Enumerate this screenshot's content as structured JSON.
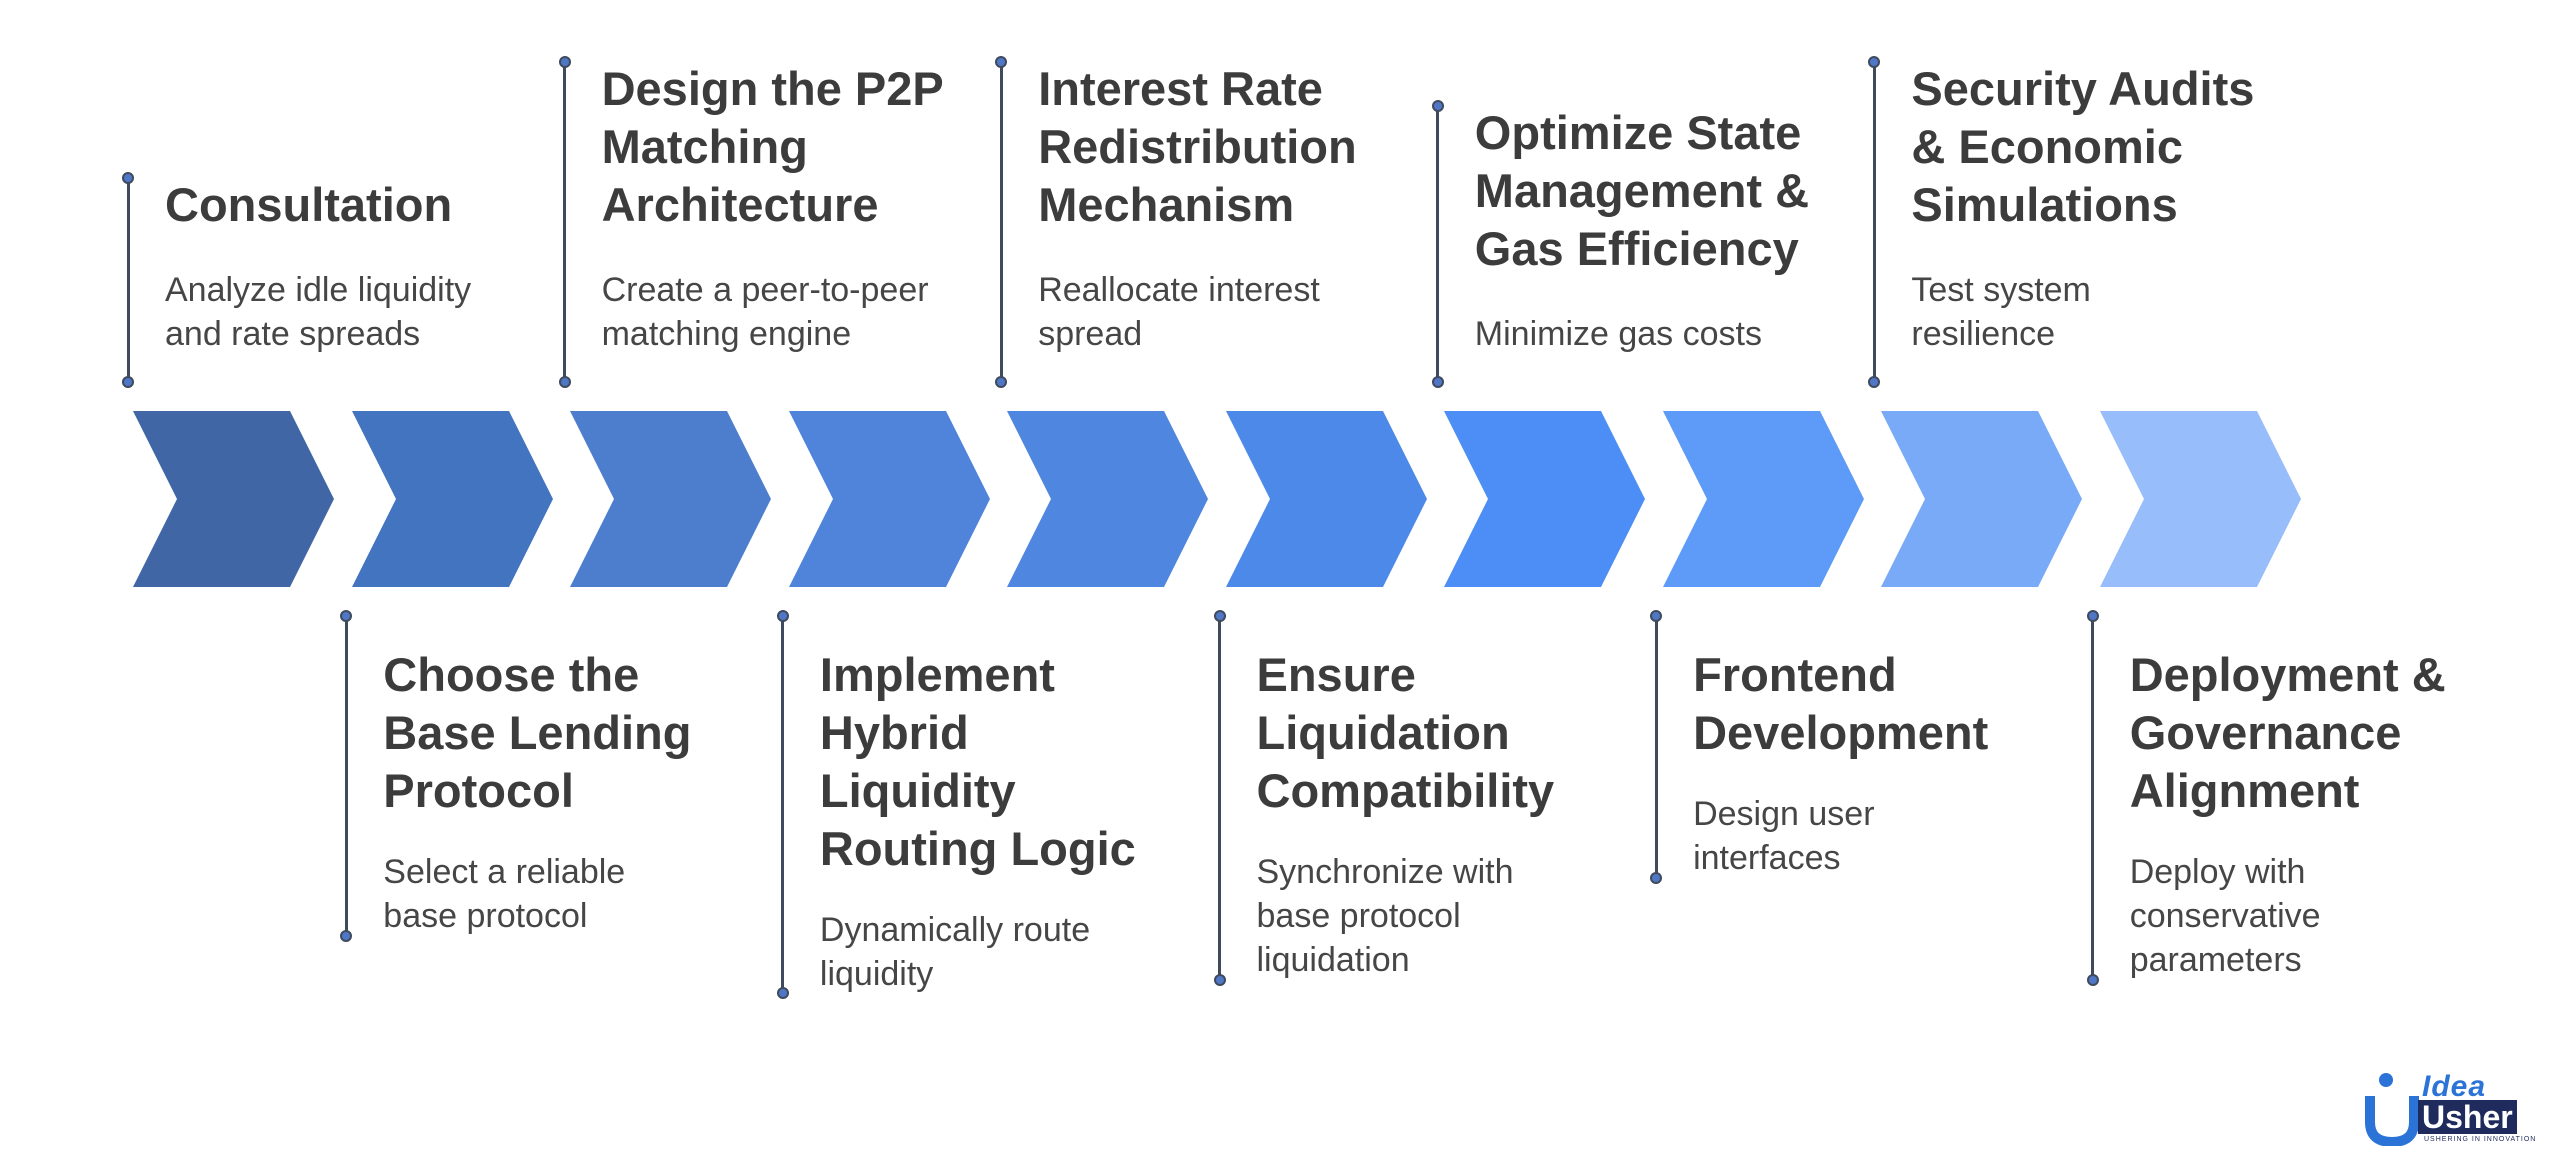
{
  "steps": [
    {
      "title": "Consultation",
      "description": "Analyze idle liquidity\nand rate spreads",
      "color": "#4066A6"
    },
    {
      "title": "Choose the\nBase Lending\nProtocol",
      "description": "Select a reliable\nbase protocol",
      "color": "#4374BF"
    },
    {
      "title": "Design the P2P\nMatching\nArchitecture",
      "description": "Create a peer-to-peer\nmatching engine",
      "color": "#4D7ECE"
    },
    {
      "title": "Implement\nHybrid\nLiquidity\nRouting Logic",
      "description": "Dynamically route\nliquidity",
      "color": "#4F84DA"
    },
    {
      "title": "Interest Rate\nRedistribution\nMechanism",
      "description": "Reallocate interest\nspread",
      "color": "#4E86E0"
    },
    {
      "title": "Ensure\nLiquidation\nCompatibility",
      "description": "Synchronize with\nbase protocol\nliquidation",
      "color": "#4D89E8"
    },
    {
      "title": "Optimize State\nManagement &\nGas Efficiency",
      "description": "Minimize gas costs",
      "color": "#4C8EF6"
    },
    {
      "title": "Frontend\nDevelopment",
      "description": "Design user\ninterfaces",
      "color": "#5E9AF8"
    },
    {
      "title": "Security Audits\n& Economic\nSimulations",
      "description": "Test system\nresilience",
      "color": "#78AAF8"
    },
    {
      "title": "Deployment &\nGovernance\nAlignment",
      "description": "Deploy with\nconservative\nparameters",
      "color": "#97BEFA"
    }
  ],
  "logo": {
    "word1": "Idea",
    "word2": "Usher",
    "tagline": "USHERING IN INNOVATION",
    "colors": {
      "blue": "#2B73D6",
      "navy": "#1F2B5C"
    }
  }
}
